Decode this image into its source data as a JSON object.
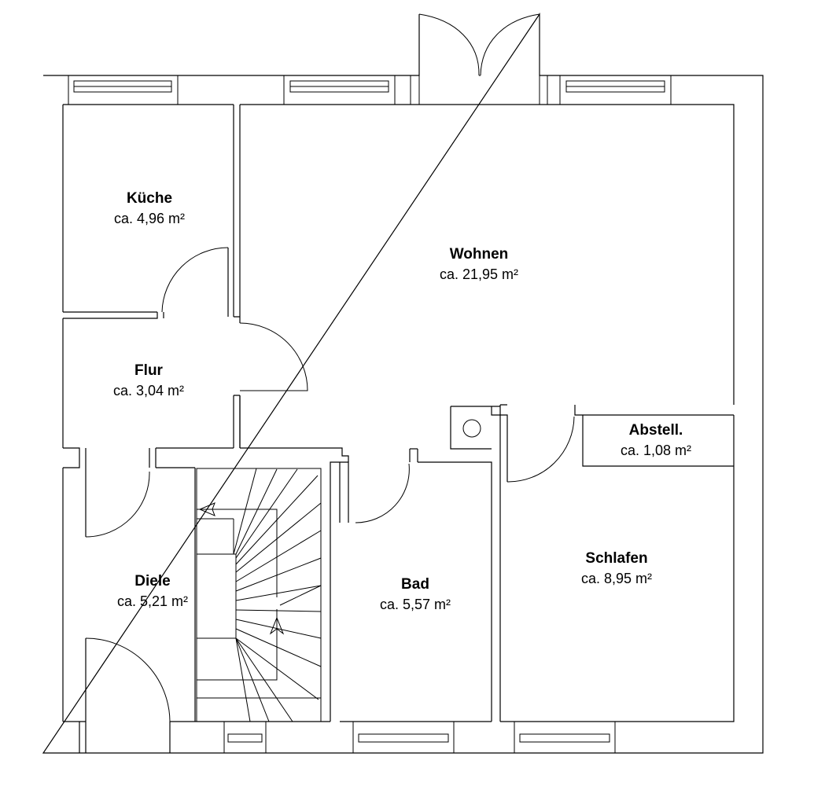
{
  "rooms": [
    {
      "id": "kueche",
      "name": "Küche",
      "area": "ca. 4,96 m²"
    },
    {
      "id": "wohnen",
      "name": "Wohnen",
      "area": "ca. 21,95 m²"
    },
    {
      "id": "flur",
      "name": "Flur",
      "area": "ca. 3,04 m²"
    },
    {
      "id": "abstell",
      "name": "Abstell.",
      "area": "ca. 1,08 m²"
    },
    {
      "id": "schlafen",
      "name": "Schlafen",
      "area": "ca. 8,95 m²"
    },
    {
      "id": "diele",
      "name": "Diele",
      "area": "ca. 5,21 m²"
    },
    {
      "id": "bad",
      "name": "Bad",
      "area": "ca. 5,57 m²"
    }
  ]
}
